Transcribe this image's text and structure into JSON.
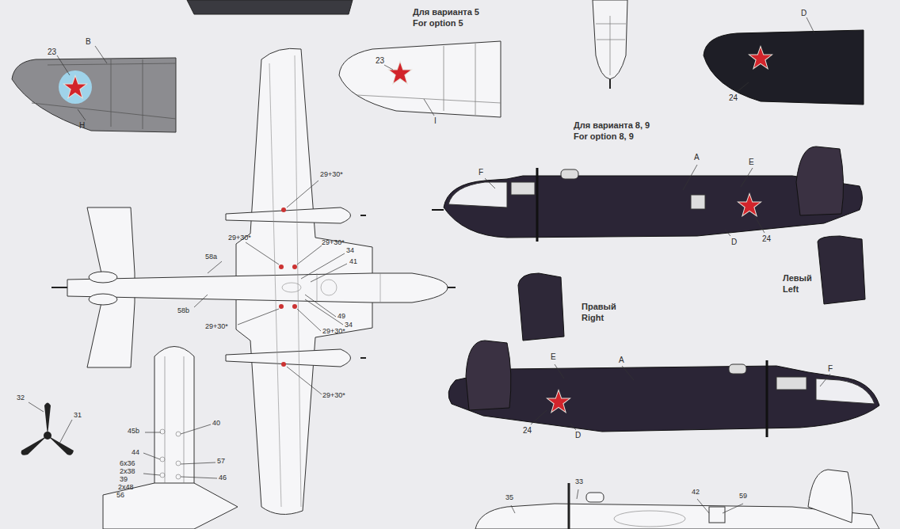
{
  "diagram": {
    "labels": [
      "Для варианта 5",
      "For option 5",
      "23",
      "B",
      "H",
      "23",
      "I",
      "D",
      "24",
      "Для варианта 8, 9",
      "For option 8, 9",
      "F",
      "A",
      "E",
      "D",
      "24",
      "Левый",
      "Left",
      "Правый",
      "Right",
      "E",
      "A",
      "F",
      "24",
      "D",
      "29+30*",
      "29+30*",
      "58a",
      "29+30*",
      "34",
      "41",
      "58b",
      "49",
      "34",
      "29+30*",
      "29+30*",
      "29+30*",
      "32",
      "31",
      "45b",
      "40",
      "44",
      "57",
      "6x36",
      "2x38",
      "39",
      "2x48",
      "46",
      "56",
      "35",
      "33",
      "42",
      "59"
    ]
  }
}
